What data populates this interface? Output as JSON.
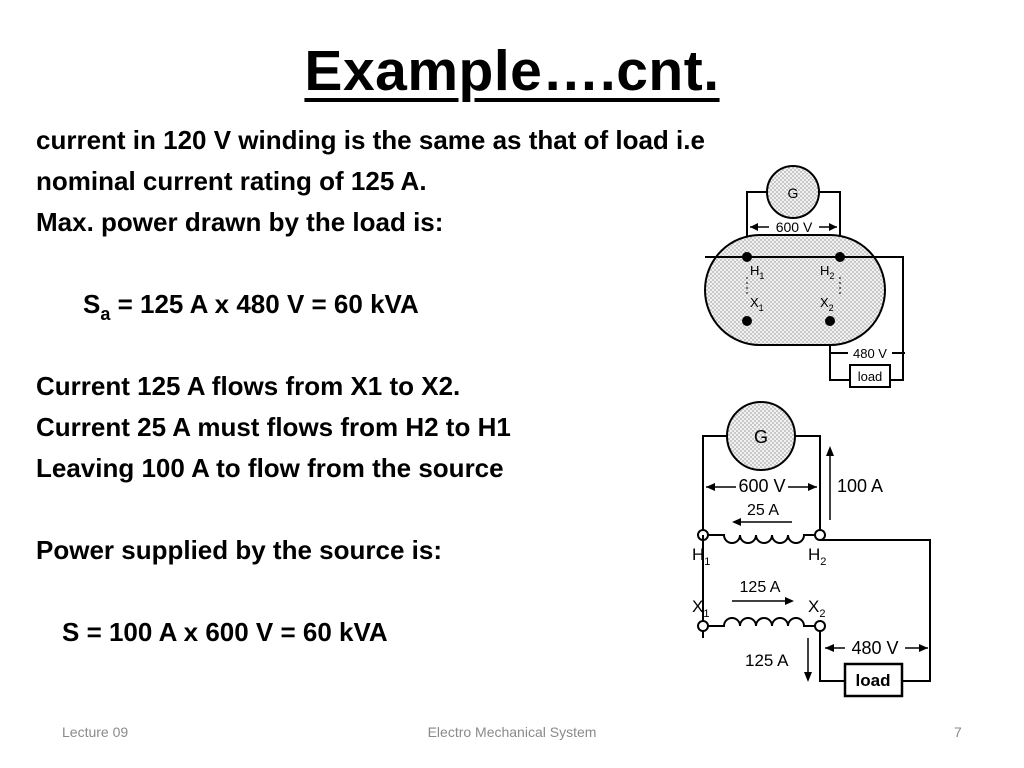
{
  "slide": {
    "title": "Example….cnt.",
    "lines": {
      "l1": "current in 120 V winding is the same as that of load i.e",
      "l2": "nominal current rating of 125 A.",
      "l3": "Max. power drawn by the load is:",
      "eq1_s": "S",
      "eq1_sub": "a",
      "eq1_rest": " = 125 A x 480 V = 60 kVA",
      "l5": "Current 125 A flows from X1 to X2.",
      "l6": "Current 25 A must flows from H2 to H1",
      "l7": "Leaving 100 A to flow from the source",
      "l8": "Power supplied by the source is:",
      "eq2": "S = 100 A x 600 V = 60 kVA"
    }
  },
  "diagram_top": {
    "generator": "G",
    "source_voltage": "600 V",
    "load_voltage": "480 V",
    "load": "load",
    "h": "H",
    "x": "X",
    "s1": "1",
    "s2": "2"
  },
  "diagram_bottom": {
    "generator": "G",
    "source_voltage": "600 V",
    "source_current": "100 A",
    "h_current": "25 A",
    "x_current": "125 A",
    "load_current": "125 A",
    "load_voltage": "480 V",
    "load": "load",
    "h": "H",
    "x": "X",
    "s1": "1",
    "s2": "2"
  },
  "footer": {
    "left": "Lecture 09",
    "center": "Electro Mechanical System",
    "page": "7"
  }
}
